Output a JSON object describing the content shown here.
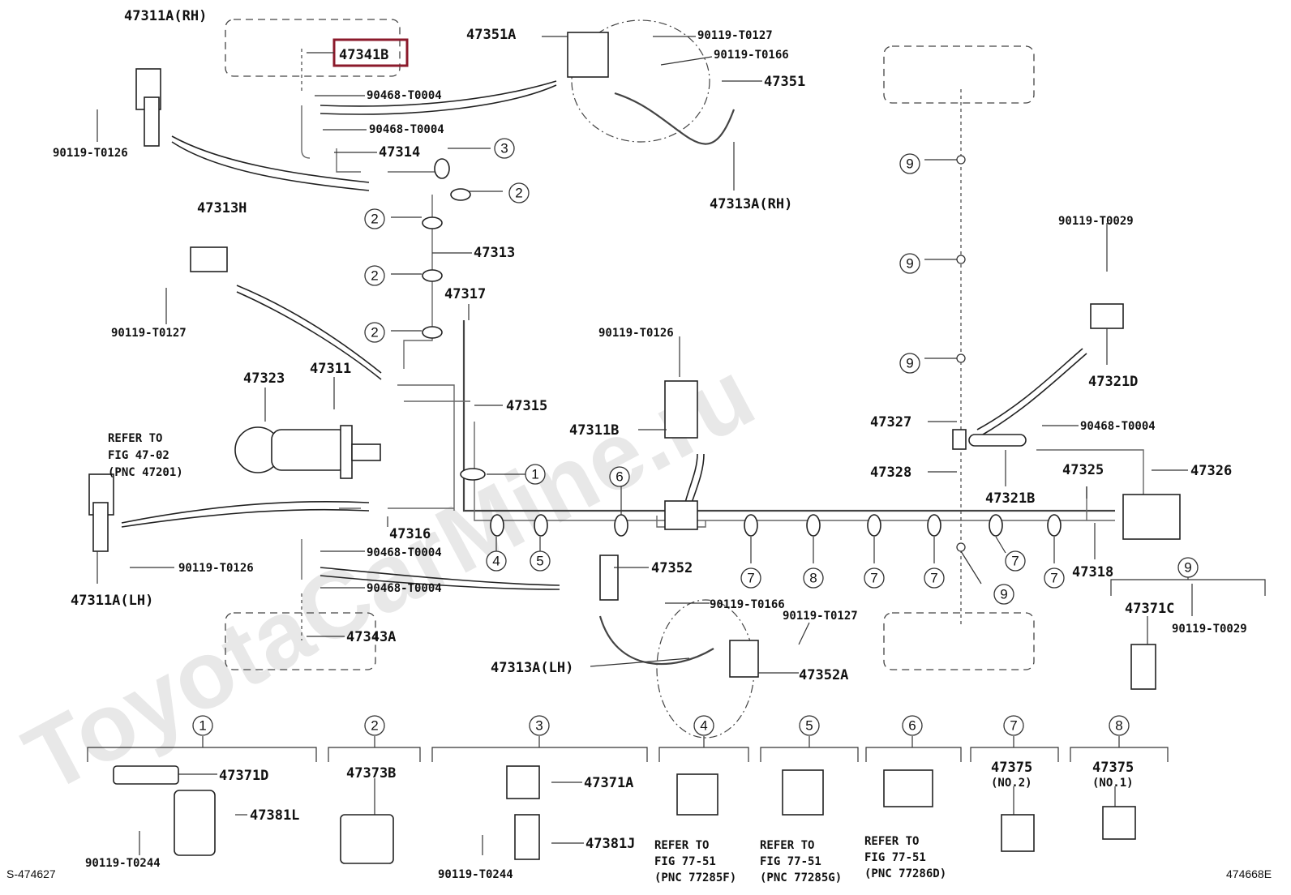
{
  "labels": {
    "p47311A_RH": "47311A(RH)",
    "p47341B": "47341B",
    "p90468_T0004_a": "90468-T0004",
    "p90468_T0004_b": "90468-T0004",
    "p47314": "47314",
    "p90119_T0126_a": "90119-T0126",
    "p47351A": "47351A",
    "p90119_T0127_a": "90119-T0127",
    "p90119_T0166_a": "90119-T0166",
    "p47351": "47351",
    "p47313A_RH": "47313A(RH)",
    "p47313H": "47313H",
    "p90119_T0127_b": "90119-T0127",
    "p47313": "47313",
    "p47317": "47317",
    "p47323": "47323",
    "p47311": "47311",
    "p47315": "47315",
    "refer1_line1": "REFER TO",
    "refer1_line2": "FIG 47-02",
    "refer1_line3": "(PNC 47201)",
    "p90119_T0126_b": "90119-T0126",
    "p47311B": "47311B",
    "p47311A_LH": "47311A(LH)",
    "p90119_T0126_c": "90119-T0126",
    "p47316": "47316",
    "p90468_T0004_c": "90468-T0004",
    "p90468_T0004_d": "90468-T0004",
    "p47343A": "47343A",
    "p47352": "47352",
    "p90119_T0166_b": "90119-T0166",
    "p90119_T0127_c": "90119-T0127",
    "p47313A_LH": "47313A(LH)",
    "p47352A": "47352A",
    "p90119_T0029_a": "90119-T0029",
    "p47321D": "47321D",
    "p90468_T0004_e": "90468-T0004",
    "p47327": "47327",
    "p47328": "47328",
    "p47321B": "47321B",
    "p47325": "47325",
    "p47326": "47326",
    "p47318": "47318",
    "p47371C": "47371C",
    "p90119_T0029_b": "90119-T0029",
    "p47371D": "47371D",
    "p47381L": "47381L",
    "p90119_T0244_a": "90119-T0244",
    "p47373B": "47373B",
    "p47371A": "47371A",
    "p47381J": "47381J",
    "p90119_T0244_b": "90119-T0244",
    "refer4_line1": "REFER TO",
    "refer4_line2": "FIG 77-51",
    "refer4_line3": "(PNC 77285F)",
    "refer5_line1": "REFER TO",
    "refer5_line2": "FIG 77-51",
    "refer5_line3": "(PNC 77285G)",
    "refer6_line1": "REFER TO",
    "refer6_line2": "FIG 77-51",
    "refer6_line3": "(PNC 77286D)",
    "p47375_a": "47375",
    "p47375_a_sub": "(NO.2)",
    "p47375_b": "47375",
    "p47375_b_sub": "(NO.1)",
    "corner_left": "S-474627",
    "corner_right": "474668E"
  },
  "callouts": {
    "c1": "1",
    "c2": "2",
    "c3": "3",
    "c4": "4",
    "c5": "5",
    "c6": "6",
    "c7": "7",
    "c8": "8",
    "c9": "9"
  },
  "watermark": "ToyotaCarMine.ru",
  "highlight": {
    "part": "47341B",
    "color": "#8b1a2b"
  }
}
